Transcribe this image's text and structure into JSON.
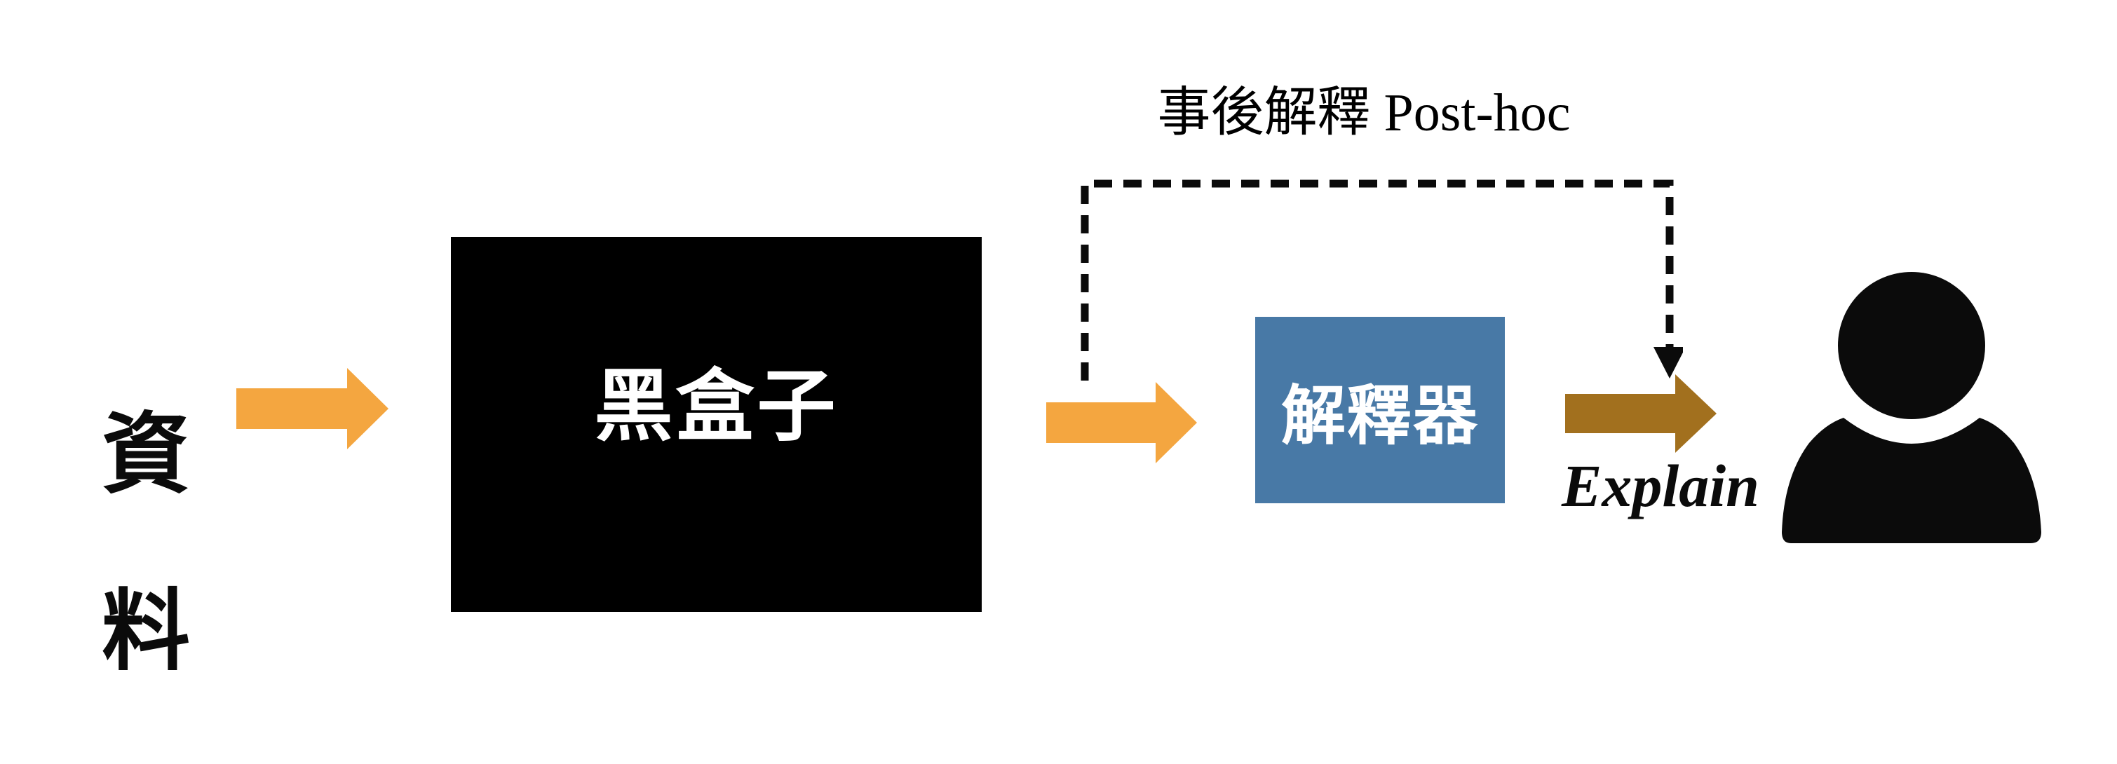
{
  "canvas": {
    "background": "#ffffff"
  },
  "diagram": {
    "input": {
      "label": "資料",
      "char1": "資",
      "char2": "料"
    },
    "black_box": {
      "label": "黑盒子",
      "bg": "#000000",
      "text_color": "#ffffff"
    },
    "explainer": {
      "label": "解釋器",
      "bg": "#4879A6",
      "text_color": "#ffffff"
    },
    "posthoc": {
      "label": "事後解釋 Post-hoc",
      "color": "#000000"
    },
    "explain": {
      "label": "Explain",
      "color": "#0b0b0b"
    },
    "person": {
      "icon": "user-silhouette-icon",
      "color": "#0b0b0b"
    },
    "arrows": {
      "input_color": "#F4A640",
      "explain_color": "#A2701E",
      "connector_color": "#0b0b0b"
    }
  }
}
